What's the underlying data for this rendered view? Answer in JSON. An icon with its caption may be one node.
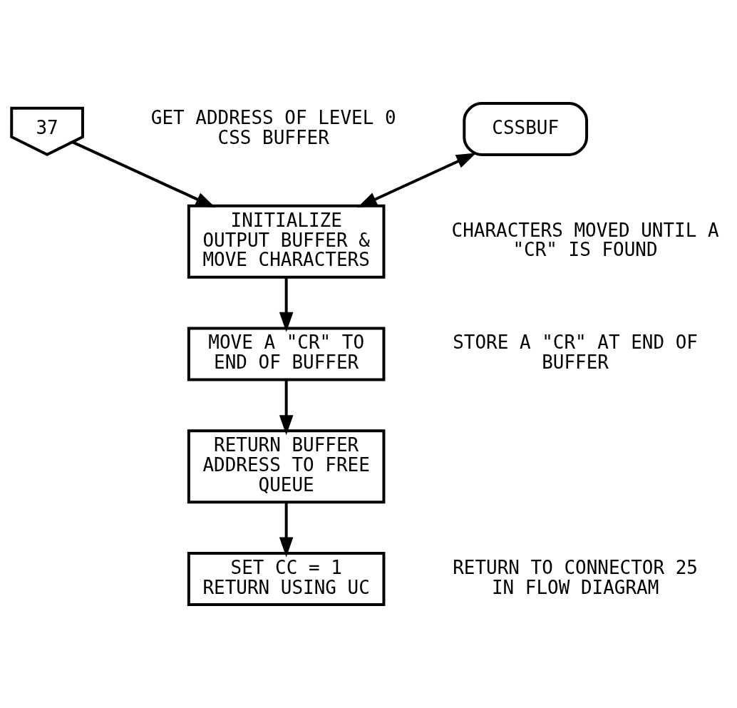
{
  "diagram": {
    "nodes": [
      {
        "text": [
          "37"
        ]
      },
      {
        "text": [
          "CSSBUF"
        ],
        "beside": [
          "GET ADDRESS OF LEVEL 0 CSS BUFFER"
        ]
      },
      {
        "text": [
          "INITIALIZE OUTPUT BUFFER & MOVE CHARACTERS"
        ],
        "beside": [
          "CHARACTERS MOVED UNTIL A \"CR\" IS FOUND"
        ]
      },
      {
        "text": [
          "MOVE A \"CR\" TO END OF BUFFER"
        ],
        "beside": [
          "STORE A \"CR\" AT END OF BUFFER"
        ]
      },
      {
        "text": [
          "RETURN BUFFER ADDRESS TO FREE QUEUE"
        ]
      },
      {
        "text": [
          "SET CC = 1 RETURN USING UC"
        ],
        "beside": [
          "RETURN TO CONNECTOR 25 IN FLOW DIAGRAM"
        ]
      }
    ],
    "edges": [
      {
        "from": 0,
        "to": 2,
        "arrow": "to"
      },
      {
        "from": 1,
        "to": 2,
        "arrow": "both"
      },
      {
        "from": 2,
        "to": 3,
        "arrow": "to"
      },
      {
        "from": 3,
        "to": 4,
        "arrow": "to"
      },
      {
        "from": 4,
        "to": 5,
        "arrow": "to"
      }
    ]
  }
}
